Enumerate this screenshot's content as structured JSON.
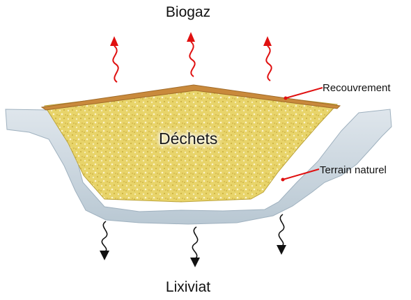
{
  "diagram": {
    "top_label": "Biogaz",
    "center_label": "Déchets",
    "bottom_label": "Lixiviat",
    "callouts": {
      "cover": "Recouvrement",
      "ground": "Terrain naturel"
    }
  },
  "colors": {
    "waste_fill": "#e8d46a",
    "cover_layer": "#c98a3c",
    "ground": "#c7d3dd",
    "gas_arrow": "#e01010",
    "leachate_arrow": "#111111",
    "callout_line": "#e01010"
  },
  "icons": [
    "gas-arrow-icon",
    "leachate-arrow-icon"
  ]
}
